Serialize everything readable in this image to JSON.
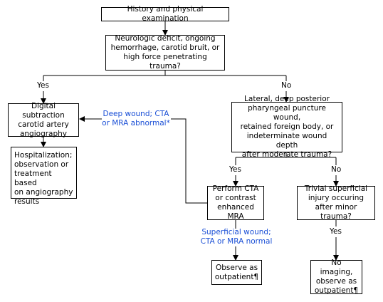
{
  "nodes": {
    "history": "History and physical examination",
    "neuro": "Neurologic deficit, ongoing\nhemorrhage, carotid bruit, or\nhigh force penetrating trauma?",
    "dsa": "Digital subtraction\ncarotid artery\nangiography",
    "hosp": "Hospitalization;\nobservation or\ntreatment based\non angiography\nresults",
    "lateral": "Lateral, deep posterior\npharyngeal puncture wound,\nretained foreign body, or\nindeterminate wound depth\nafter moderate trauma?",
    "cta": "Perform CTA\nor contrast\nenhanced MRA",
    "trivial": "Trivial superficial\ninjury occuring\nafter minor trauma?",
    "observe": "Observe as\noutpatient¶",
    "noimaging": "No imaging,\nobserve as\noutpatient¶"
  },
  "labels": {
    "yes1": "Yes",
    "no1": "No",
    "yes2": "Yes",
    "no2": "No",
    "yes3": "Yes",
    "deep": "Deep wound; CTA\nor MRA abnormal*",
    "superficial": "Superficial wound;\nCTA or MRA normal"
  },
  "colors": {
    "line": "#000000",
    "accent": "#1a4fd6"
  }
}
